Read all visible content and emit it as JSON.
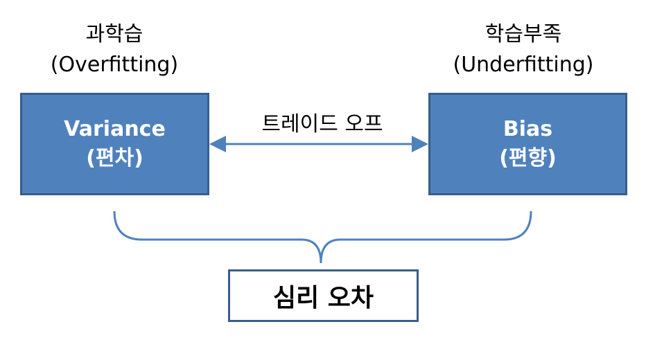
{
  "left": {
    "caption_line1": "과학습",
    "caption_line2": "(Overfitting)",
    "box_line1": "Variance",
    "box_line2": "(편차)"
  },
  "right": {
    "caption_line1": "학습부족",
    "caption_line2": "(Underfitting)",
    "box_line1": "Bias",
    "box_line2": "(편향)"
  },
  "connector": {
    "label": "트레이드 오프"
  },
  "result": {
    "label": "심리 오차"
  },
  "colors": {
    "box_fill": "#4f81bd",
    "box_border": "#385d8a",
    "line": "#4f81bd",
    "box_text": "#ffffff"
  }
}
